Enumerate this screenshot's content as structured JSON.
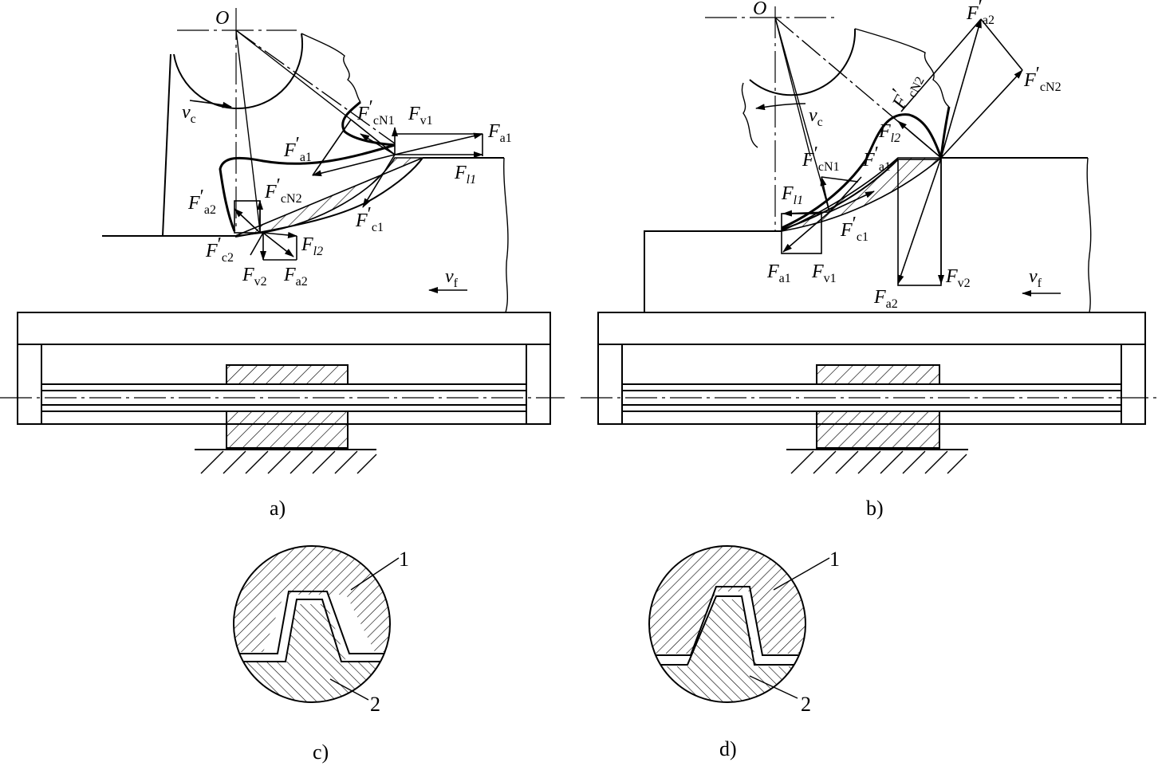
{
  "subfigures": {
    "a": {
      "caption": "a)"
    },
    "b": {
      "caption": "b)"
    },
    "c": {
      "caption": "c)",
      "part1": "1",
      "part2": "2"
    },
    "d": {
      "caption": "d)",
      "part1": "1",
      "part2": "2"
    }
  },
  "labels": {
    "center": "O",
    "vc": {
      "main": "v",
      "sub": "c"
    },
    "vf": {
      "main": "v",
      "sub": "f"
    },
    "F_cN1p": {
      "main": "F",
      "sub": "cN1",
      "prime": "′"
    },
    "F_cN2p": {
      "main": "F",
      "sub": "cN2",
      "prime": "′"
    },
    "F_a1p": {
      "main": "F",
      "sub": "a1",
      "prime": "′"
    },
    "F_a2p": {
      "main": "F",
      "sub": "a2",
      "prime": "′"
    },
    "F_c1p": {
      "main": "F",
      "sub": "c1",
      "prime": "′"
    },
    "F_c2p": {
      "main": "F",
      "sub": "c2",
      "prime": "′"
    },
    "F_v1": {
      "main": "F",
      "sub": "v1"
    },
    "F_v2": {
      "main": "F",
      "sub": "v2"
    },
    "F_a1": {
      "main": "F",
      "sub": "a1"
    },
    "F_a2": {
      "main": "F",
      "sub": "a2"
    },
    "F_l1": {
      "main": "F",
      "sub": "l1"
    },
    "F_l2": {
      "main": "F",
      "sub": "l2"
    }
  }
}
